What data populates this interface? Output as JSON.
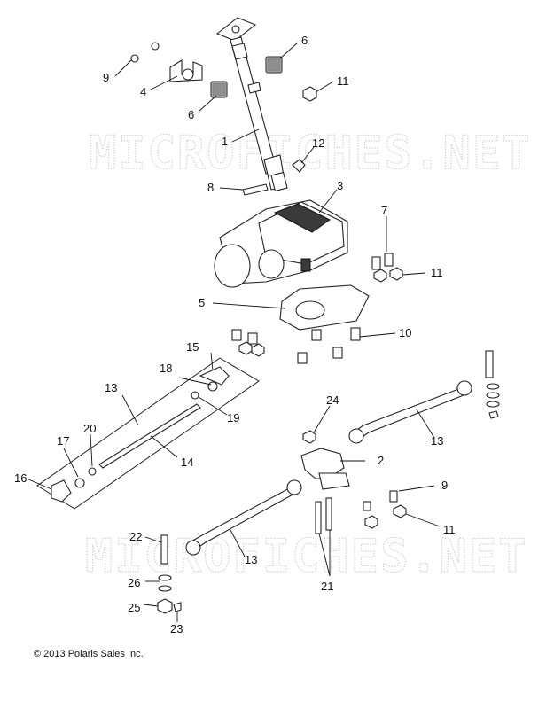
{
  "watermarks": [
    "MICROFICHES.NET",
    "MICROFICHES.NET"
  ],
  "callouts": [
    {
      "id": "c1",
      "text": "1"
    },
    {
      "id": "c2",
      "text": "2"
    },
    {
      "id": "c3",
      "text": "3"
    },
    {
      "id": "c4",
      "text": "4"
    },
    {
      "id": "c5",
      "text": "5"
    },
    {
      "id": "c6a",
      "text": "6"
    },
    {
      "id": "c6b",
      "text": "6"
    },
    {
      "id": "c7",
      "text": "7"
    },
    {
      "id": "c8",
      "text": "8"
    },
    {
      "id": "c9a",
      "text": "9"
    },
    {
      "id": "c9b",
      "text": "9"
    },
    {
      "id": "c10",
      "text": "10"
    },
    {
      "id": "c11a",
      "text": "11"
    },
    {
      "id": "c11b",
      "text": "11"
    },
    {
      "id": "c11c",
      "text": "11"
    },
    {
      "id": "c12",
      "text": "12"
    },
    {
      "id": "c13a",
      "text": "13"
    },
    {
      "id": "c13b",
      "text": "13"
    },
    {
      "id": "c13c",
      "text": "13"
    },
    {
      "id": "c14",
      "text": "14"
    },
    {
      "id": "c15",
      "text": "15"
    },
    {
      "id": "c16",
      "text": "16"
    },
    {
      "id": "c17",
      "text": "17"
    },
    {
      "id": "c18",
      "text": "18"
    },
    {
      "id": "c19",
      "text": "19"
    },
    {
      "id": "c20",
      "text": "20"
    },
    {
      "id": "c21",
      "text": "21"
    },
    {
      "id": "c22",
      "text": "22"
    },
    {
      "id": "c23",
      "text": "23"
    },
    {
      "id": "c24",
      "text": "24"
    },
    {
      "id": "c25",
      "text": "25"
    },
    {
      "id": "c26",
      "text": "26"
    }
  ],
  "copyright": "© 2013 Polaris Sales Inc."
}
